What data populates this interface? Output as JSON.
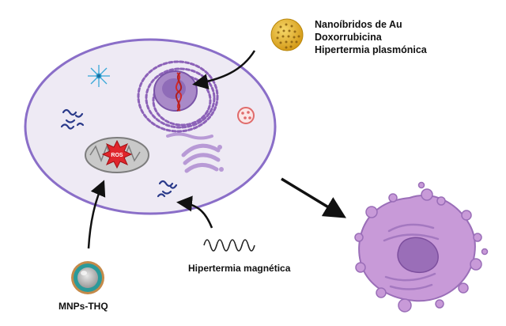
{
  "labels": {
    "au_treatment": [
      "Nanoíbridos de Au",
      "Doxorrubicina",
      "Hipertermia plasmónica"
    ],
    "magnetic_hyperthermia": "Hipertermia magnética",
    "nanoparticle": "MNPs-THQ",
    "ros": "ROS"
  },
  "colors": {
    "cell_fill": "#eeeaf4",
    "cell_border": "#8a6ec8",
    "organelle_purple": "#8c62b8",
    "nucleus_fill": "#a98ac8",
    "mito_fill": "#c9c9c9",
    "ros_red": "#e0262c",
    "gold": "#e8b830",
    "dead_cell": "#c89ad8",
    "arrow": "#111111"
  },
  "icons": {
    "gold_nanohybrid": "gold-nanosphere-icon",
    "magnetic_wave": "sine-wave-icon",
    "nanoparticle": "core-shell-nanoparticle-icon",
    "apoptotic_cell": "dying-cell-icon"
  }
}
